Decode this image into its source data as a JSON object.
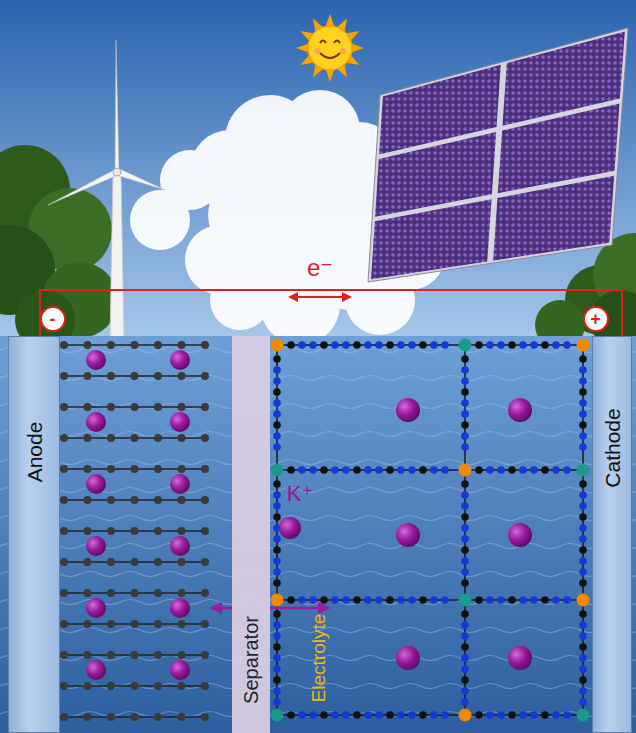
{
  "diagram": {
    "nodes": [
      {
        "text": [
          "-"
        ]
      },
      {
        "text": [
          "+"
        ]
      },
      {
        "text": [
          "Anode"
        ]
      },
      {
        "text": [
          "Separator"
        ]
      },
      {
        "text": [
          "Cathode"
        ]
      }
    ],
    "labels": [
      "e⁻",
      "K⁺",
      "Electrolyte"
    ]
  }
}
